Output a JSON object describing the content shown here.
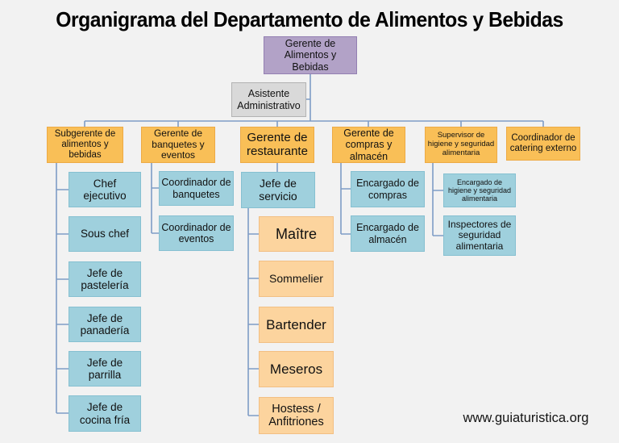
{
  "title": "Organigrama del Departamento de Alimentos y Bebidas",
  "root": {
    "label": "Gerente de Alimentos y Bebidas"
  },
  "assistant": {
    "label": "Asistente Administrativo"
  },
  "branches": [
    {
      "label": "Subgerente de alimentos y bebidas",
      "children": [
        "Chef ejecutivo",
        "Sous chef",
        "Jefe de pastelería",
        "Jefe de panadería",
        "Jefe de parrilla",
        "Jefe de cocina fría"
      ]
    },
    {
      "label": "Gerente de banquetes y eventos",
      "children": [
        "Coordinador de banquetes",
        "Coordinador de eventos"
      ]
    },
    {
      "label": "Gerente de restaurante",
      "children": [
        "Jefe de servicio",
        "Maître",
        "Sommelier",
        "Bartender",
        "Meseros",
        "Hostess / Anfitriones"
      ]
    },
    {
      "label": "Gerente de compras y almacén",
      "children": [
        "Encargado de compras",
        "Encargado de almacén"
      ]
    },
    {
      "label": "Supervisor de higiene y seguridad alimentaria",
      "children": [
        "Encargado de higiene y seguridad alimentaria",
        "Inspectores de seguridad alimentaria"
      ]
    },
    {
      "label": "Coordinador de catering externo",
      "children": []
    }
  ],
  "footer": {
    "website": "www.guiaturistica.org"
  },
  "colors": {
    "root_purple": "#b2a2c7",
    "assistant_gray": "#d9d9d9",
    "manager_amber": "#f9bf57",
    "staff_blue": "#9fd0dd",
    "service_peach": "#fcd49e",
    "connector_blue": "#7e9cc6",
    "background_gray": "#f2f2f2"
  }
}
